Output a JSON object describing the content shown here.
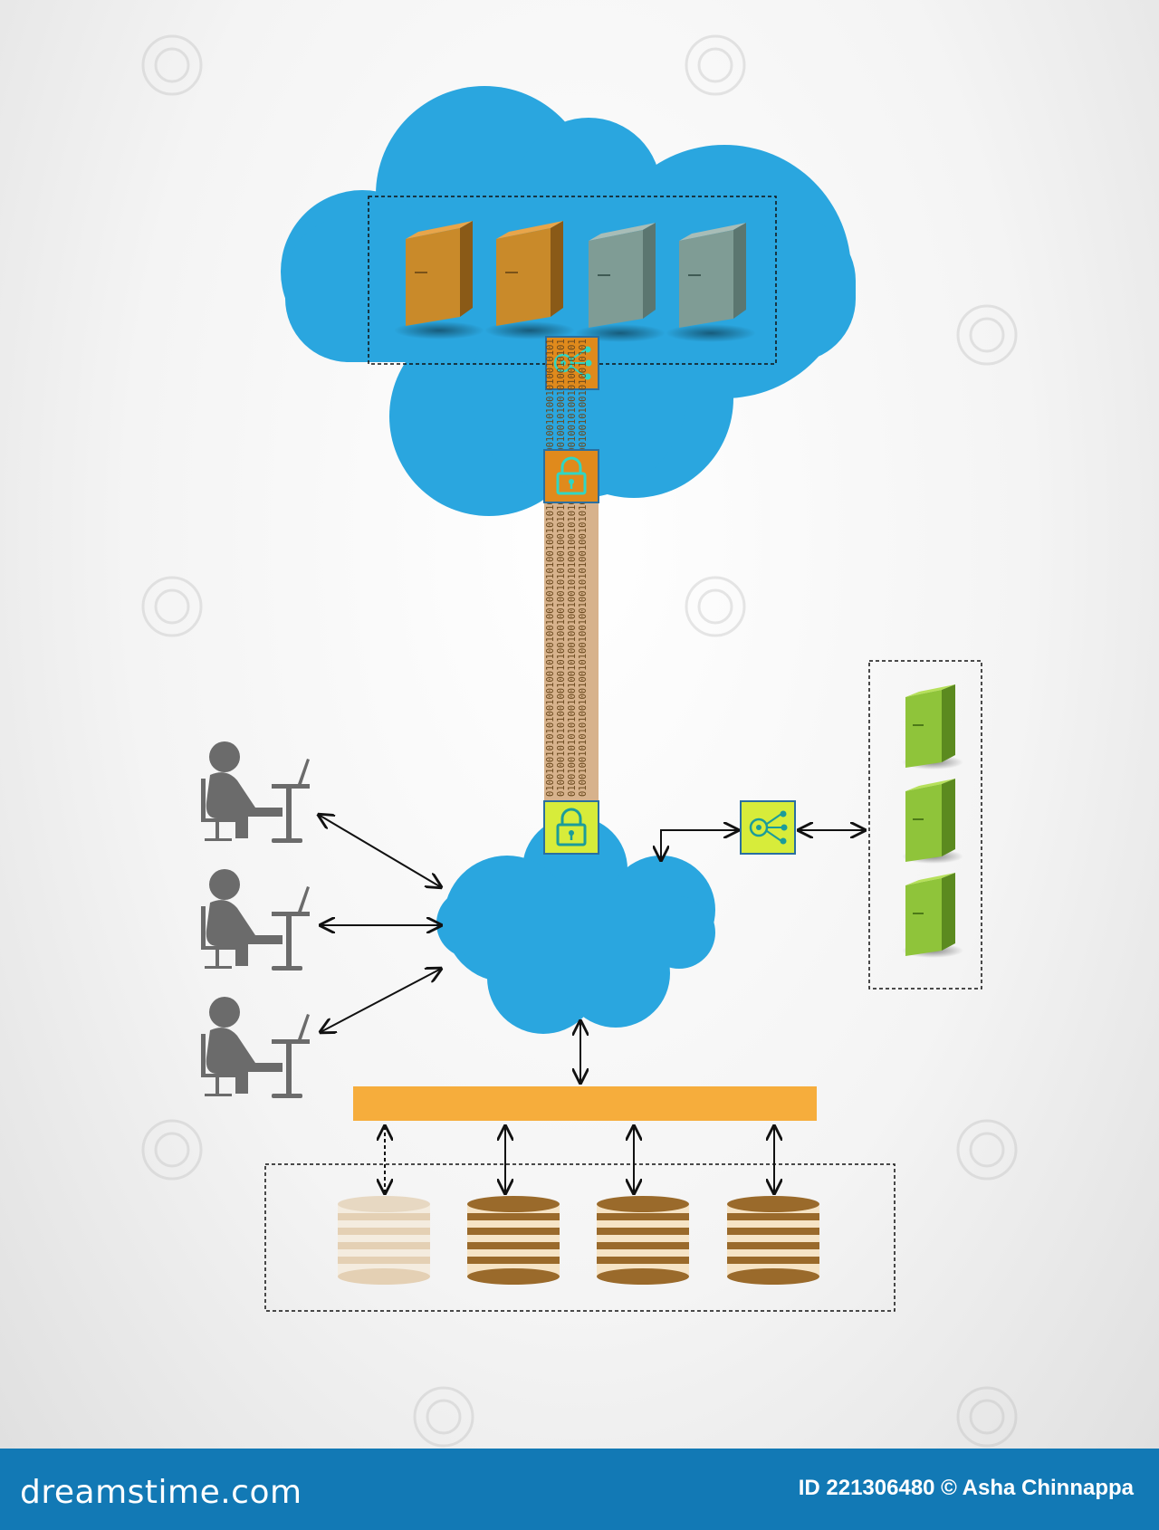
{
  "colors": {
    "cloud": "#2aa6df",
    "server_orange": "#c98a2a",
    "server_gray": "#7f9c95",
    "server_green": "#8fc43a",
    "bus": "#f6ad3c",
    "tunnel": "#d7b28c",
    "lock_orange": "#e08a1c",
    "lock_yellow": "#d7ec3a",
    "icon_teal": "#2fd6c4",
    "person": "#6b6b6b",
    "footer": "#1279b5"
  },
  "icons": {
    "cloud_router": "hub-share-icon",
    "top_lock": "padlock-icon",
    "bottom_lock": "padlock-icon",
    "right_router": "hub-share-icon"
  },
  "tunnel_binary": "01001001010101001001001010010010010010101001001010100100100100100101001010010101",
  "footer": {
    "brand": "dreamstime.com",
    "credit": "ID 221306480 © Asha Chinnappa"
  }
}
